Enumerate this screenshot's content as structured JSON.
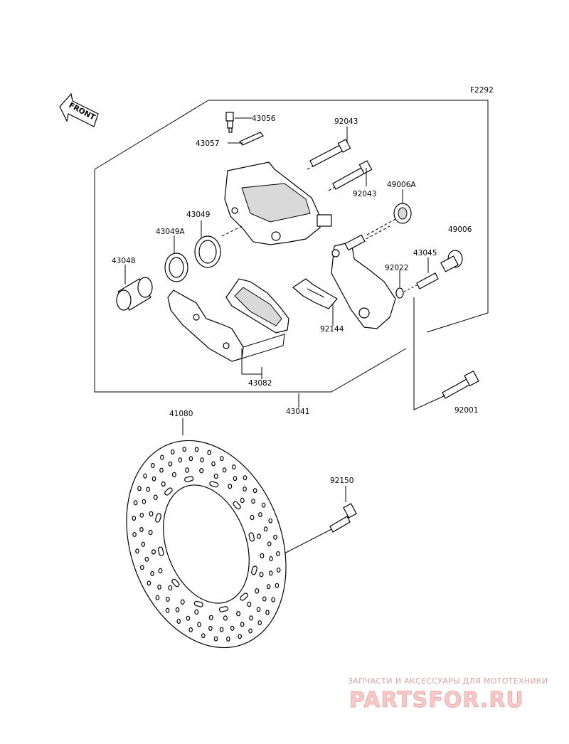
{
  "diagram_code": "F2292",
  "front_label": "FRONT",
  "watermark": {
    "tagline": "ЗАПЧАСТИ И АКСЕССУАРЫ ДЛЯ МОТОТЕХНИКИ",
    "logo": "PARTSFOR.RU"
  },
  "parts": [
    {
      "id": "p43056",
      "number": "43056"
    },
    {
      "id": "p43057",
      "number": "43057"
    },
    {
      "id": "p92043a",
      "number": "92043"
    },
    {
      "id": "p92043b",
      "number": "92043"
    },
    {
      "id": "p49006A",
      "number": "49006A"
    },
    {
      "id": "p43049",
      "number": "43049"
    },
    {
      "id": "p43049A",
      "number": "43049A"
    },
    {
      "id": "p49006",
      "number": "49006"
    },
    {
      "id": "p43045",
      "number": "43045"
    },
    {
      "id": "p43048",
      "number": "43048"
    },
    {
      "id": "p92022",
      "number": "92022"
    },
    {
      "id": "p92144",
      "number": "92144"
    },
    {
      "id": "p43082",
      "number": "43082"
    },
    {
      "id": "p43041",
      "number": "43041"
    },
    {
      "id": "p92001",
      "number": "92001"
    },
    {
      "id": "p41080",
      "number": "41080"
    },
    {
      "id": "p92150",
      "number": "92150"
    }
  ]
}
